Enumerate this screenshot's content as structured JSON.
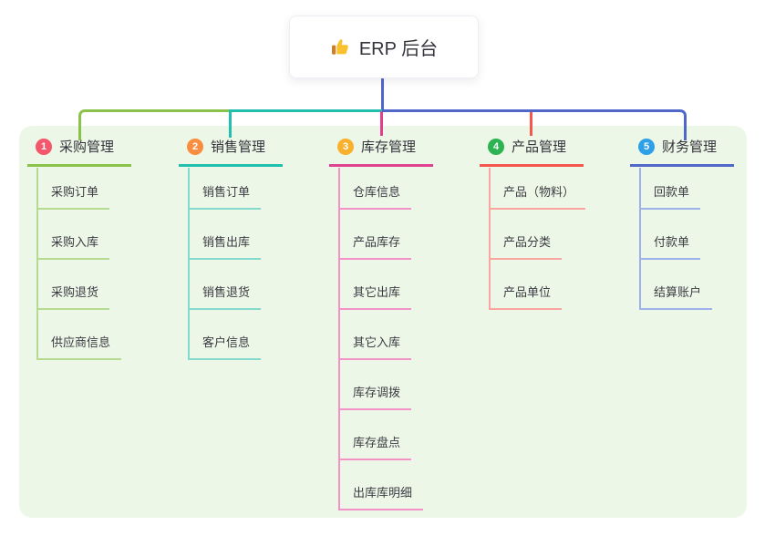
{
  "root": {
    "label": "ERP 后台",
    "icon": "thumbs-up-icon"
  },
  "branches": [
    {
      "badge": "1",
      "label": "采购管理",
      "badge_color": "#f4566b",
      "color": "#8bc34a",
      "light": "#b4db90",
      "children": [
        "采购订单",
        "采购入库",
        "采购退货",
        "供应商信息"
      ]
    },
    {
      "badge": "2",
      "label": "销售管理",
      "badge_color": "#fa8e40",
      "color": "#21bfae",
      "light": "#85dace",
      "children": [
        "销售订单",
        "销售出库",
        "销售退货",
        "客户信息"
      ]
    },
    {
      "badge": "3",
      "label": "库存管理",
      "badge_color": "#f9b02d",
      "color": "#df4190",
      "light": "#f392c6",
      "children": [
        "仓库信息",
        "产品库存",
        "其它出库",
        "其它入库",
        "库存调拨",
        "库存盘点",
        "出库库明细"
      ]
    },
    {
      "badge": "4",
      "label": "产品管理",
      "badge_color": "#2eb353",
      "color": "#f4574d",
      "light": "#f9a6a0",
      "children": [
        "产品（物料）",
        "产品分类",
        "产品单位"
      ]
    },
    {
      "badge": "5",
      "label": "财务管理",
      "badge_color": "#2da0e8",
      "color": "#5067c9",
      "light": "#9db2ea",
      "children": [
        "回款单",
        "付款单",
        "结算账户"
      ]
    }
  ],
  "colors": {
    "panel_bg": "#edf7e7",
    "root_line": "#5067c9",
    "card_bg": "#ffffff",
    "text_primary": "#33333b",
    "text_child": "#3b3b43"
  }
}
